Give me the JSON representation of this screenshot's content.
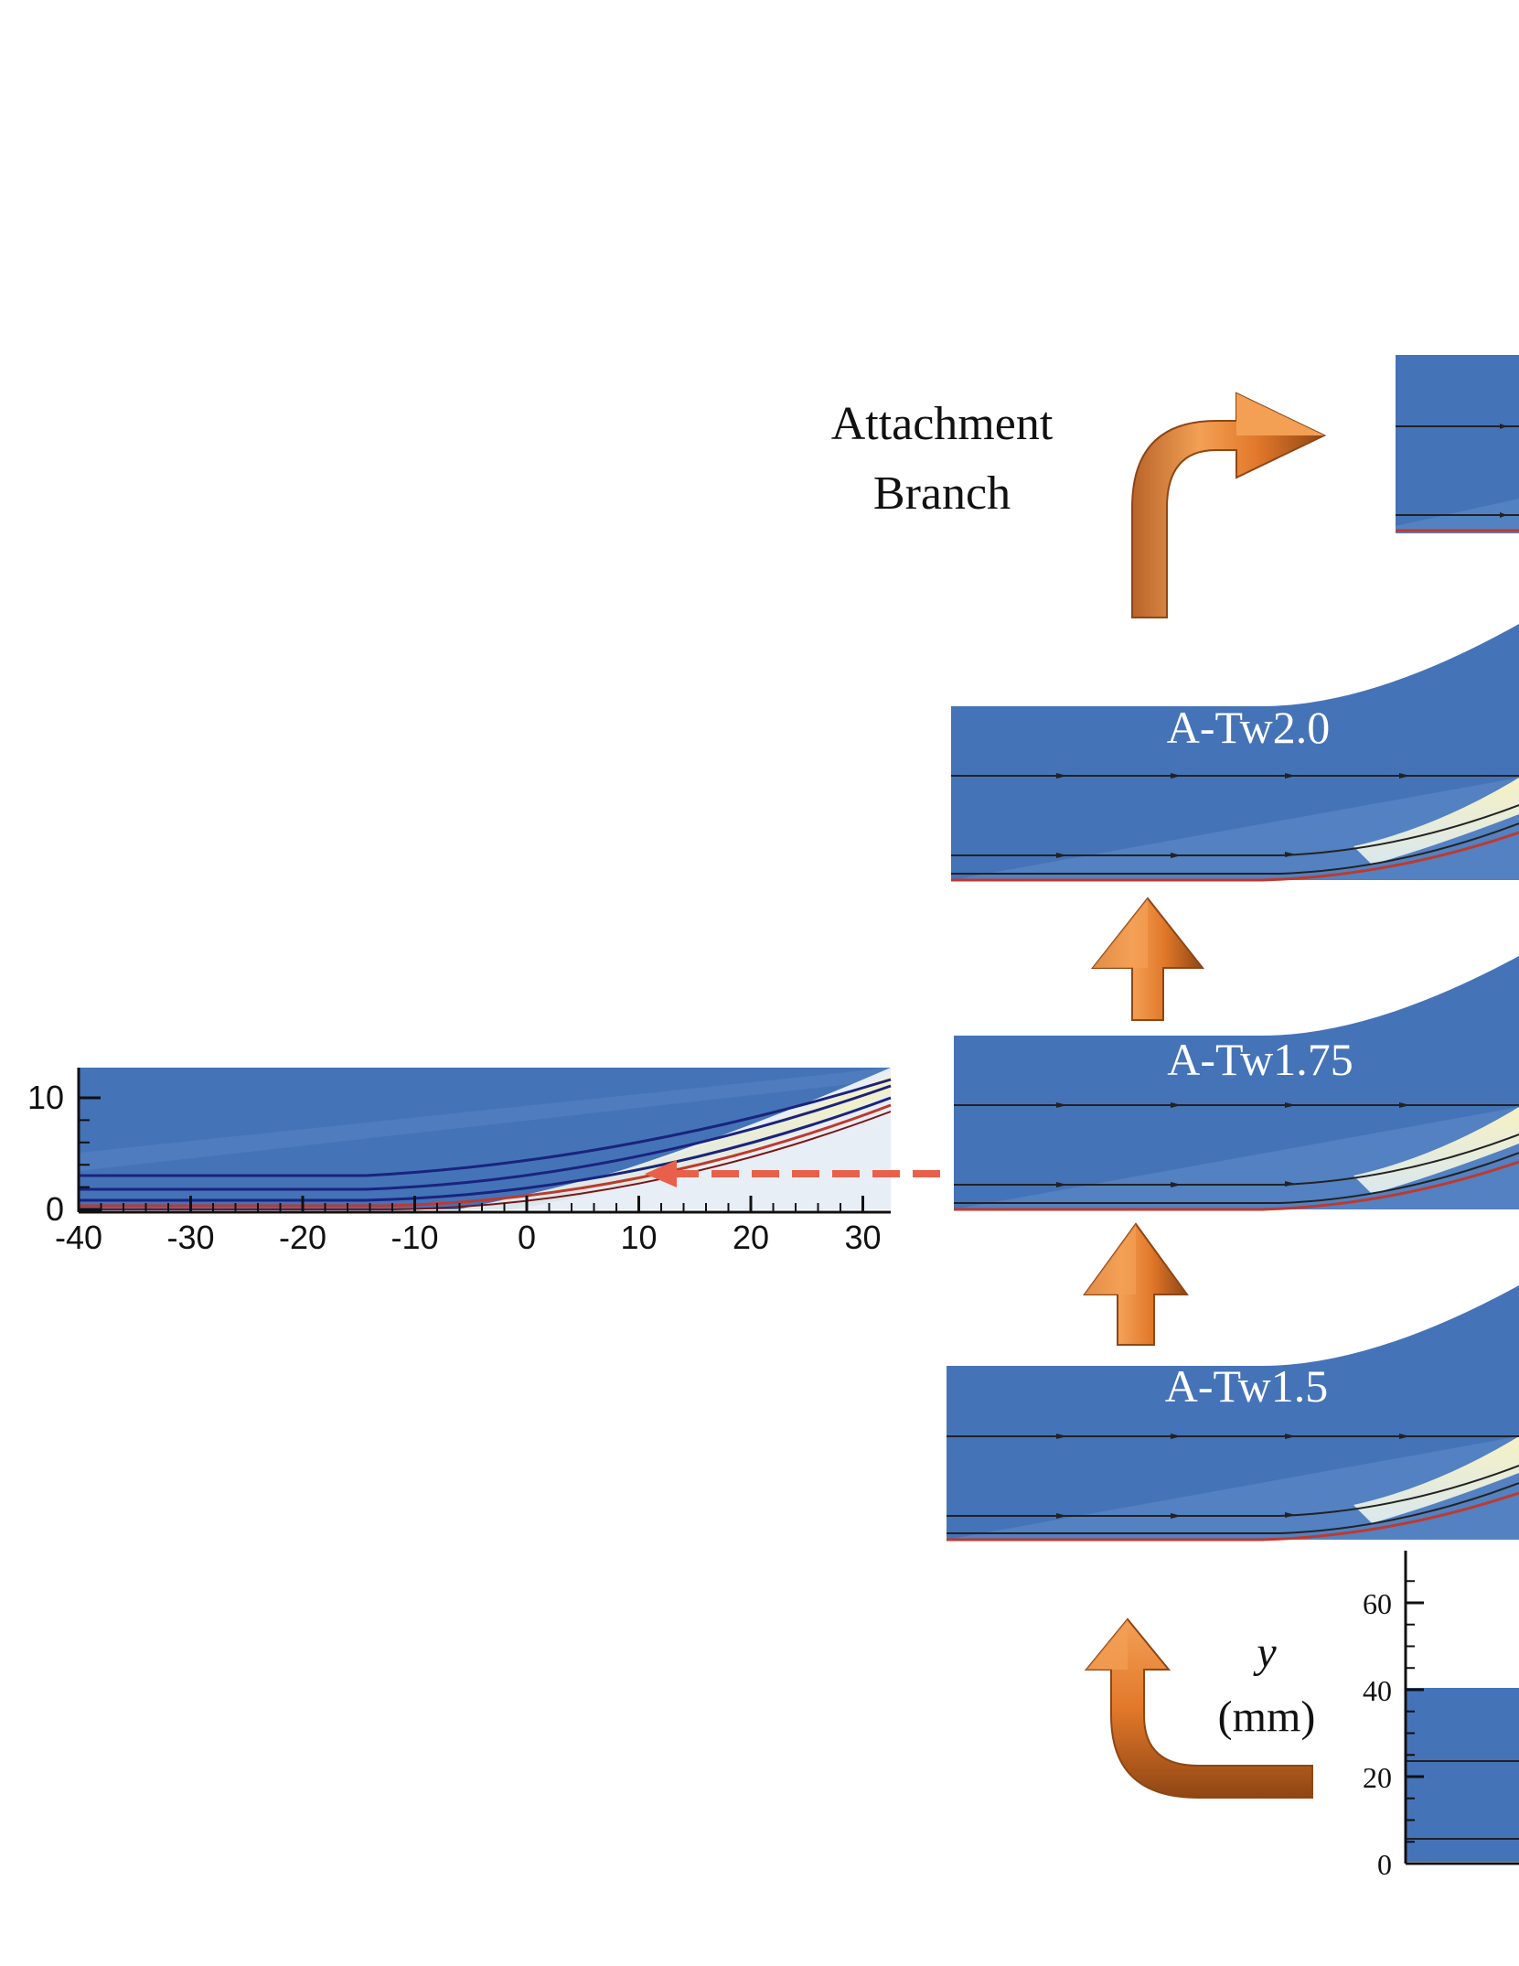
{
  "labels": {
    "branch_line1": "Attachment",
    "branch_line2": "Branch",
    "case_top": "A-Tw2.0",
    "case_mid": "A-Tw1.75",
    "case_low": "A-Tw1.5",
    "y_axis_var": "y",
    "y_axis_unit": "(mm)"
  },
  "inset_axes": {
    "x_ticks": [
      "-40",
      "-30",
      "-20",
      "-10",
      "0",
      "10",
      "20",
      "30"
    ],
    "y_ticks": [
      "0",
      "10"
    ]
  },
  "bottom_axis": {
    "y_ticks": [
      "0",
      "20",
      "40",
      "60"
    ]
  },
  "colors": {
    "flow_blue": "#4573b8",
    "flow_light": "#5e8cc8",
    "hot_yellow": "#f2eeb0",
    "wall_red": "#c0392b",
    "arrow_orange": "#e0782a",
    "arrow_dark": "#9a4d15",
    "dashed_arrow": "#e8604a"
  }
}
